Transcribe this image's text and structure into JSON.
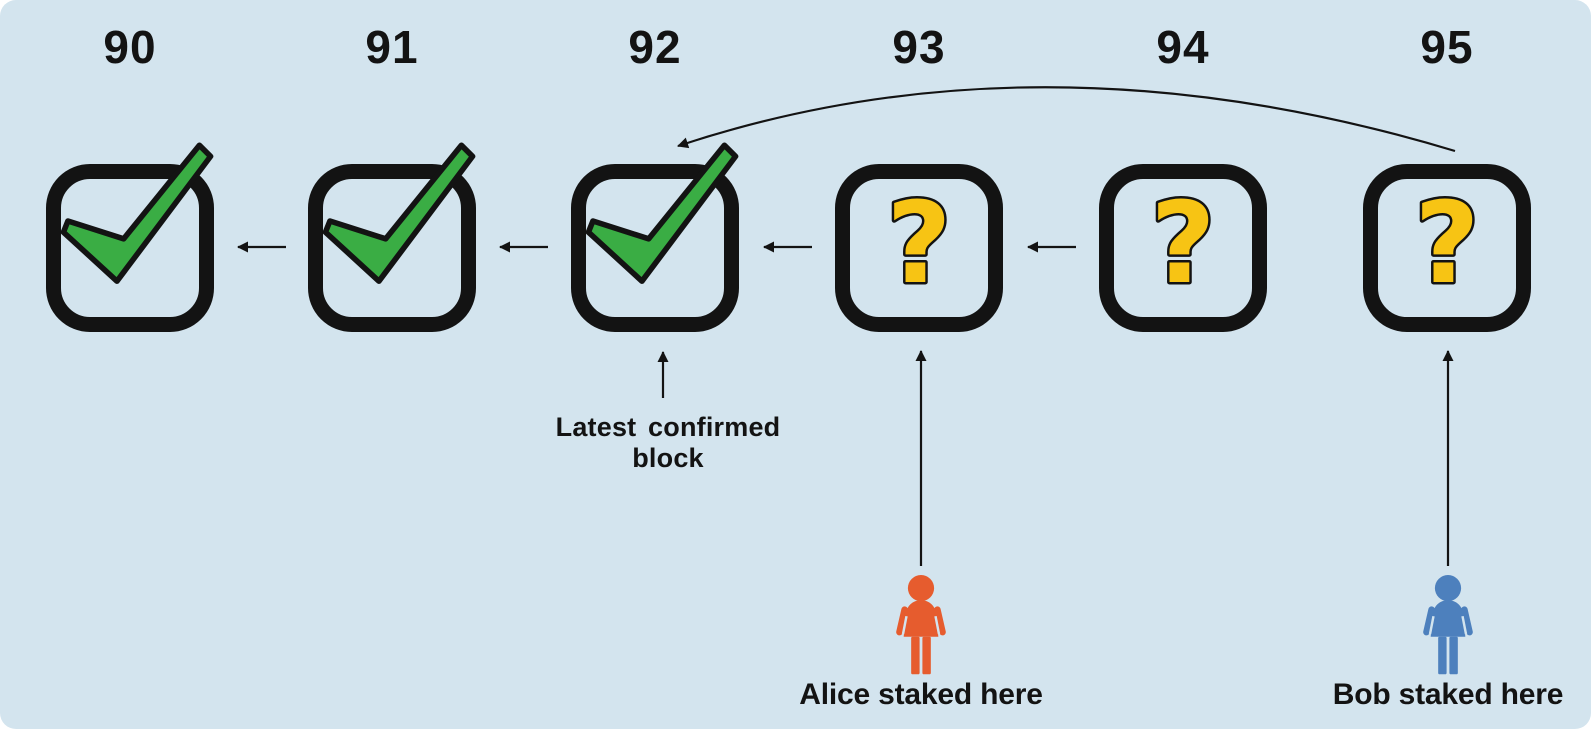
{
  "canvas": {
    "background": "#d3e4ee"
  },
  "colors": {
    "canvas_bg": "#d3e4ee",
    "ink": "#131313",
    "check_green": "#3aad44",
    "question_yellow": "#f7c414",
    "alice_orange": "#e65c2e",
    "bob_blue": "#4d80bd"
  },
  "blocks": [
    {
      "number": "90",
      "status": "confirmed",
      "icon": "check-icon"
    },
    {
      "number": "91",
      "status": "confirmed",
      "icon": "check-icon"
    },
    {
      "number": "92",
      "status": "confirmed",
      "icon": "check-icon"
    },
    {
      "number": "93",
      "status": "unconfirmed",
      "icon": "question-icon"
    },
    {
      "number": "94",
      "status": "unconfirmed",
      "icon": "question-icon"
    },
    {
      "number": "95",
      "status": "unconfirmed",
      "icon": "question-icon"
    }
  ],
  "question_glyph": "?",
  "captions": {
    "latest_confirmed_line1": "Latest confirmed",
    "latest_confirmed_line2": "block",
    "alice_label": "Alice staked here",
    "bob_label": "Bob staked here"
  }
}
